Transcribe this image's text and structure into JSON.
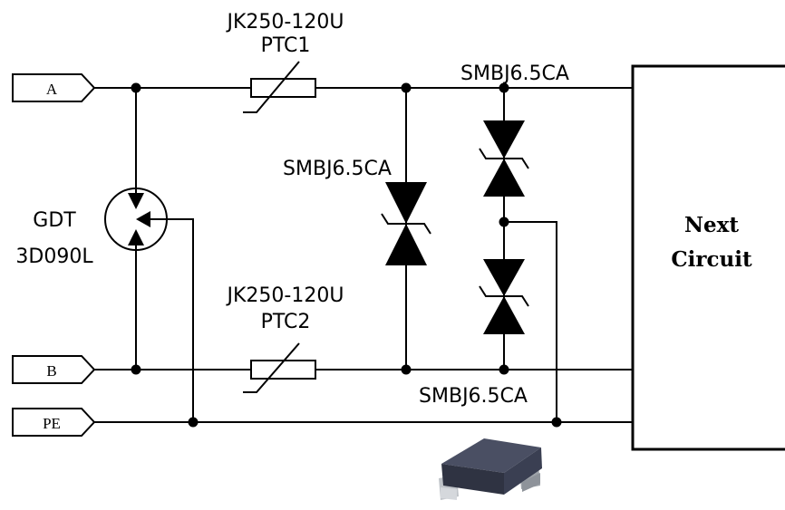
{
  "ports": {
    "a": "A",
    "b": "B",
    "pe": "PE"
  },
  "ptc1": {
    "part": "JK250-120U",
    "ref": "PTC1"
  },
  "ptc2": {
    "part": "JK250-120U",
    "ref": "PTC2"
  },
  "gdt": {
    "ref": "GDT",
    "part": "3D090L"
  },
  "tvs": {
    "middle": "SMBJ6.5CA",
    "top": "SMBJ6.5CA",
    "bottom": "SMBJ6.5CA"
  },
  "next_circuit": {
    "line1": "Next",
    "line2": "Circuit"
  },
  "colors": {
    "wire": "#000000",
    "package_body": "#3a3f52",
    "package_lead": "#bfc3c8"
  }
}
